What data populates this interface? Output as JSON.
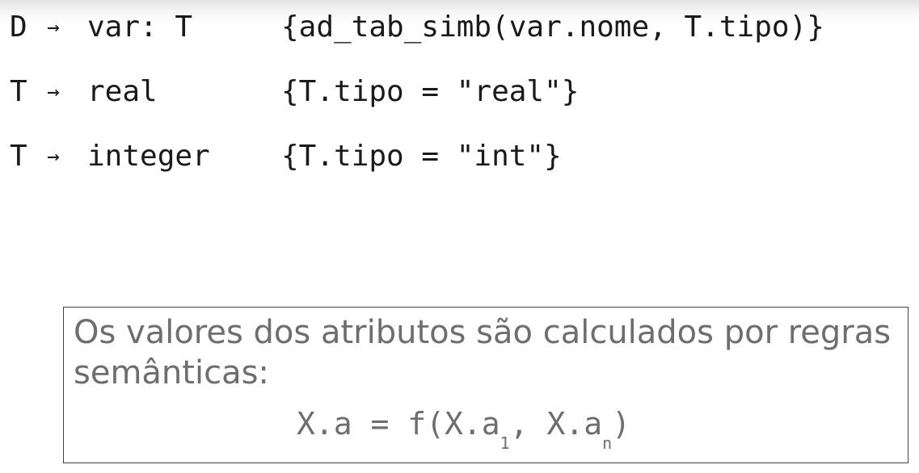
{
  "rules": [
    {
      "lhs": "D",
      "arrow": "→",
      "rhs": "var: T",
      "action": "{ad_tab_simb(var.nome, T.tipo)}"
    },
    {
      "lhs": "T",
      "arrow": "→",
      "rhs": "real",
      "action": "{T.tipo = \"real\"}"
    },
    {
      "lhs": "T",
      "arrow": "→",
      "rhs": "integer",
      "action": "{T.tipo = \"int\"}"
    }
  ],
  "note": {
    "text": "Os valores dos atributos são calculados por regras semânticas:",
    "formula": {
      "part1": "X.a = f(X.a",
      "sub1": "1",
      "part2": ", X.a",
      "sub2": "n",
      "part3": ")"
    }
  },
  "colors": {
    "rule_text": "#1a1a1a",
    "note_text": "#6e6e6e",
    "note_border": "#444444"
  }
}
